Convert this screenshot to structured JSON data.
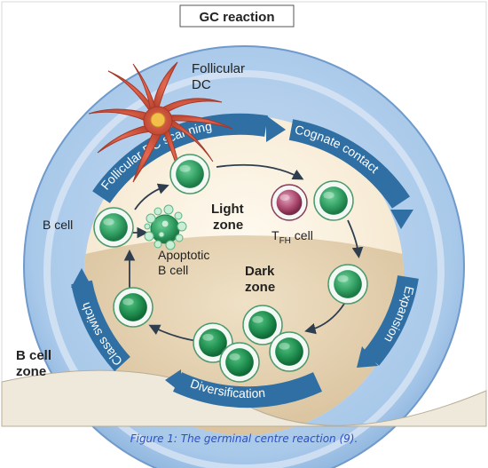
{
  "title": "GC reaction",
  "labels": {
    "follicular_dc": [
      "Follicular",
      "DC"
    ],
    "light_zone": [
      "Light",
      "zone"
    ],
    "dark_zone": [
      "Dark",
      "zone"
    ],
    "b_cell": "B cell",
    "apoptotic": [
      "Apoptotic",
      "B cell"
    ],
    "tfh_main": "T",
    "tfh_sub": "FH",
    "tfh_tail": " cell",
    "b_cell_zone": [
      "B cell",
      "zone"
    ]
  },
  "processes": {
    "fdc_scanning": "Follicular DC scanning",
    "cognate_contact": "Cognate contact",
    "expansion": "Expansion",
    "diversification": "Diversification",
    "class_switch": "Class switch"
  },
  "caption": "Figure 1: The germinal centre reaction (9).",
  "colors": {
    "outer_sphere": "#9ec3e6",
    "light_zone": "#fbf4e6",
    "dark_zone": "#e9d7b8",
    "band": "#2f6fa3",
    "cell_light": "#3fa86a",
    "cell_dark": "#1f8a4e",
    "tfh": "#a84a6a",
    "fdc": "#c8503a"
  }
}
